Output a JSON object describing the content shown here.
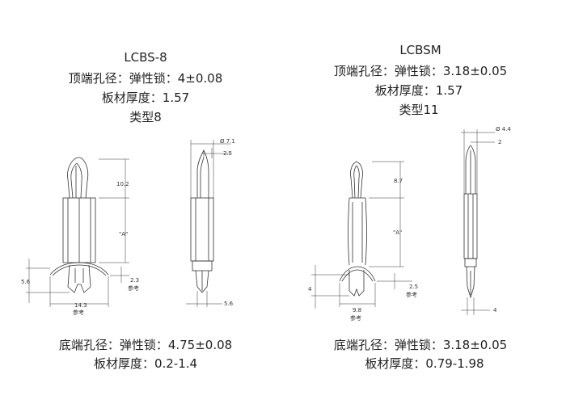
{
  "left": {
    "model": "LCBS-8",
    "top_hole": "顶端孔径：弹性锁：4±0.08",
    "panel": "板材厚度：1.57",
    "type": "类型8",
    "bottom_hole": "底端孔径：弹性锁：4.75±0.08",
    "bottom_panel": "板材厚度：0.2-1.4",
    "dims": {
      "height_top": "10.2",
      "a": "\"A\"",
      "depth": "5.6",
      "base_width": "14.3",
      "ref": "参考",
      "ref_gap": "2.3",
      "ref_gap_label": "参考",
      "dia": "Ø 7.1",
      "tip": "2.5",
      "bottom_w": "5.6"
    }
  },
  "right": {
    "model": "LCBSM",
    "top_hole": "顶端孔径：弹性锁：3.18±0.05",
    "panel": "板材厚度：1.57",
    "type": "类型11",
    "bottom_hole": "底端孔径：弹性锁：3.18±0.05",
    "bottom_panel": "板材厚度：0.79-1.98",
    "dims": {
      "height_top": "8.7",
      "a": "\"A\"",
      "depth": "4",
      "base_width": "9.8",
      "ref": "参考",
      "ref_gap": "2.5",
      "ref_gap_label": "参考",
      "dia": "Ø 4.4",
      "tip": "2",
      "bottom_w": "4"
    }
  }
}
